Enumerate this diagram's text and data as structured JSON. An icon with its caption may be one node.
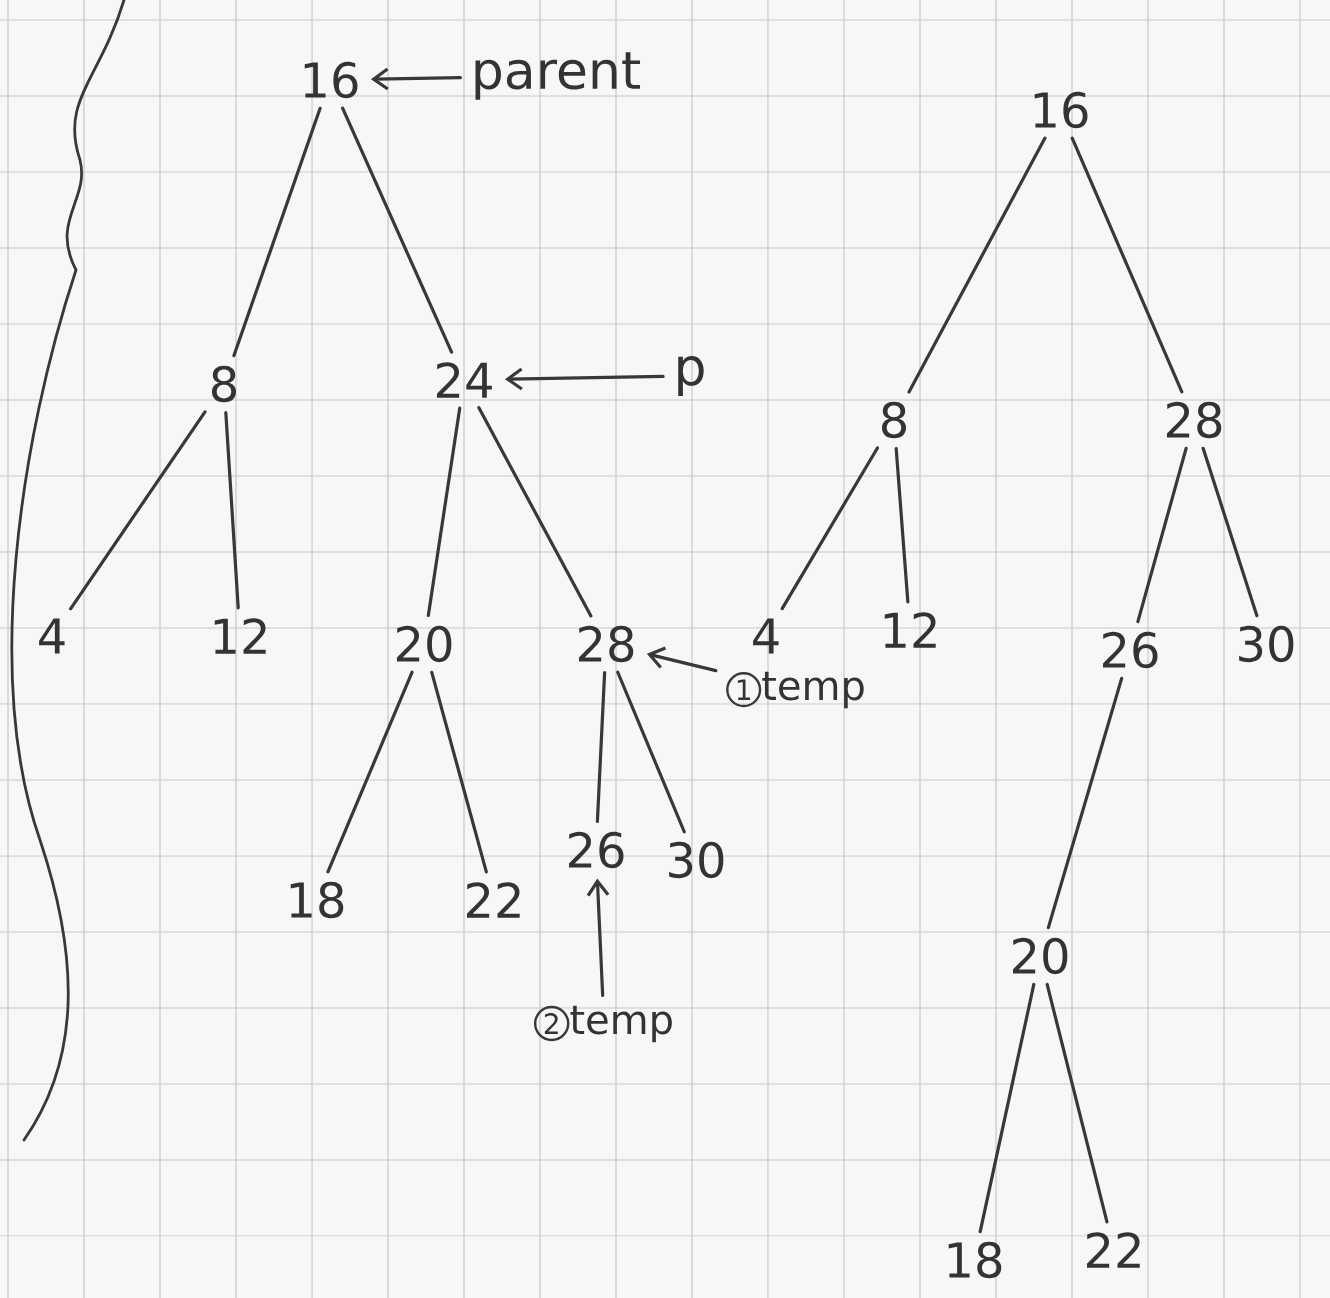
{
  "diagram": {
    "nodes": [
      {
        "text": [
          "16"
        ]
      },
      {
        "text": [
          "8"
        ]
      },
      {
        "text": [
          "24"
        ]
      },
      {
        "text": [
          "4"
        ]
      },
      {
        "text": [
          "12"
        ]
      },
      {
        "text": [
          "20"
        ]
      },
      {
        "text": [
          "28"
        ]
      },
      {
        "text": [
          "18"
        ]
      },
      {
        "text": [
          "22"
        ]
      },
      {
        "text": [
          "26"
        ]
      },
      {
        "text": [
          "30"
        ]
      },
      {
        "text": [
          "parent"
        ]
      },
      {
        "text": [
          "p"
        ]
      },
      {
        "text": [
          "1",
          "temp"
        ]
      },
      {
        "text": [
          "2",
          "temp"
        ]
      },
      {
        "text": [
          "16"
        ]
      },
      {
        "text": [
          "8"
        ]
      },
      {
        "text": [
          "28"
        ]
      },
      {
        "text": [
          "4"
        ]
      },
      {
        "text": [
          "12"
        ]
      },
      {
        "text": [
          "26"
        ]
      },
      {
        "text": [
          "30"
        ]
      },
      {
        "text": [
          "20"
        ]
      },
      {
        "text": [
          "18"
        ]
      },
      {
        "text": [
          "22"
        ]
      }
    ],
    "edges": [
      {
        "from": 0,
        "to": 1,
        "arrow": "none"
      },
      {
        "from": 0,
        "to": 2,
        "arrow": "none"
      },
      {
        "from": 1,
        "to": 3,
        "arrow": "none"
      },
      {
        "from": 1,
        "to": 4,
        "arrow": "none"
      },
      {
        "from": 2,
        "to": 5,
        "arrow": "none"
      },
      {
        "from": 2,
        "to": 6,
        "arrow": "none"
      },
      {
        "from": 5,
        "to": 7,
        "arrow": "none"
      },
      {
        "from": 5,
        "to": 8,
        "arrow": "none"
      },
      {
        "from": 6,
        "to": 9,
        "arrow": "none"
      },
      {
        "from": 6,
        "to": 10,
        "arrow": "none"
      },
      {
        "from": 11,
        "to": 0,
        "arrow": "to"
      },
      {
        "from": 12,
        "to": 2,
        "arrow": "to"
      },
      {
        "from": 13,
        "to": 6,
        "arrow": "to"
      },
      {
        "from": 14,
        "to": 9,
        "arrow": "to"
      },
      {
        "from": 15,
        "to": 16,
        "arrow": "none"
      },
      {
        "from": 15,
        "to": 17,
        "arrow": "none"
      },
      {
        "from": 16,
        "to": 18,
        "arrow": "none"
      },
      {
        "from": 16,
        "to": 19,
        "arrow": "none"
      },
      {
        "from": 17,
        "to": 20,
        "arrow": "none"
      },
      {
        "from": 17,
        "to": 21,
        "arrow": "none"
      },
      {
        "from": 20,
        "to": 22,
        "arrow": "none"
      },
      {
        "from": 22,
        "to": 23,
        "arrow": "none"
      },
      {
        "from": 22,
        "to": 24,
        "arrow": "none"
      }
    ]
  }
}
